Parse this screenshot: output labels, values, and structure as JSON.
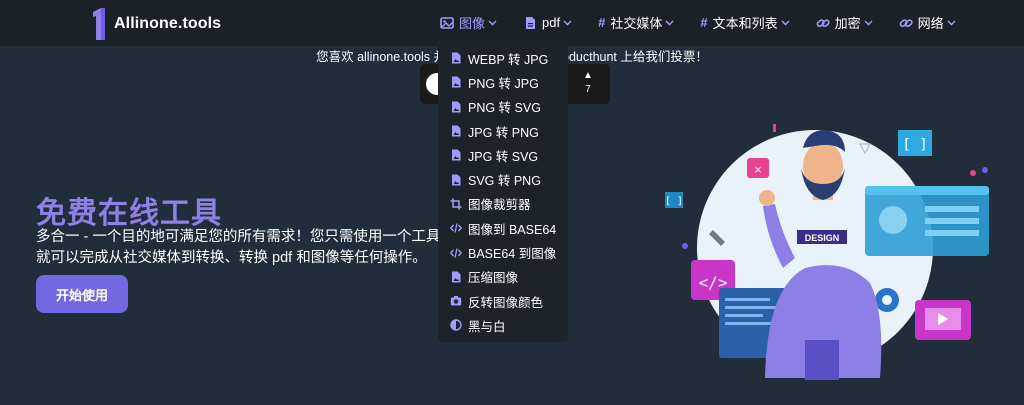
{
  "navbar": {
    "logo_text": "Allinone.tools",
    "items": [
      {
        "label": "图像",
        "icon": "image-icon",
        "active": true
      },
      {
        "label": "pdf",
        "icon": "file-icon",
        "active": false
      },
      {
        "label": "社交媒体",
        "icon": "hash-icon",
        "active": false
      },
      {
        "label": "文本和列表",
        "icon": "hash-icon",
        "active": false
      },
      {
        "label": "加密",
        "icon": "link-icon",
        "active": false
      },
      {
        "label": "网络",
        "icon": "link-icon",
        "active": false
      }
    ]
  },
  "banner": {
    "text": "您喜欢 allinone.tools 并想要支持吗？请在 Producthunt 上给我们投票！",
    "vote_count": "7",
    "vote_arrow": "▲"
  },
  "dropdown": {
    "items": [
      {
        "label": "WEBP 转 JPG",
        "icon": "file-image-icon"
      },
      {
        "label": "PNG 转 JPG",
        "icon": "file-image-icon"
      },
      {
        "label": "PNG 转 SVG",
        "icon": "file-image-icon"
      },
      {
        "label": "JPG 转 PNG",
        "icon": "file-image-icon"
      },
      {
        "label": "JPG 转 SVG",
        "icon": "file-image-icon"
      },
      {
        "label": "SVG 转 PNG",
        "icon": "file-image-icon"
      },
      {
        "label": "图像裁剪器",
        "icon": "crop-icon"
      },
      {
        "label": "图像到 BASE64",
        "icon": "code-icon"
      },
      {
        "label": "BASE64 到图像",
        "icon": "code-icon"
      },
      {
        "label": "压缩图像",
        "icon": "file-image-icon"
      },
      {
        "label": "反转图像颜色",
        "icon": "camera-icon"
      },
      {
        "label": "黑与白",
        "icon": "contrast-icon"
      }
    ]
  },
  "hero": {
    "title": "免费在线工具",
    "description": "多合一 - 一个目的地可满足您的所有需求！您只需使用一个工具就可以完成从社交媒体到转换、转换 pdf 和图像等任何操作。",
    "cta_label": "开始使用"
  },
  "colors": {
    "background": "#212d3b",
    "navbar": "#1c2127",
    "accent": "#8f7fe6",
    "button": "#7468e2",
    "icon": "#a29bfe"
  }
}
